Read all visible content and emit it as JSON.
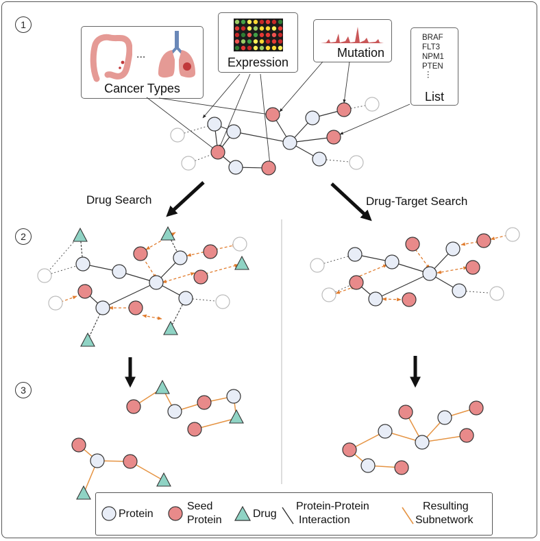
{
  "steps": [
    "1",
    "2",
    "3"
  ],
  "inputs": {
    "cancer_types": {
      "label": "Cancer Types",
      "ellipsis": "..."
    },
    "expression": {
      "label": "Expression"
    },
    "mutation": {
      "label": "Mutation"
    },
    "list": {
      "label": "List",
      "genes": [
        "BRAF",
        "FLT3",
        "NPM1",
        "PTEN"
      ],
      "more": "⋮"
    }
  },
  "sections": {
    "drug_search": "Drug Search",
    "drug_target_search": "Drug-Target Search"
  },
  "legend": {
    "protein": "Protein",
    "seed_protein_1": "Seed",
    "seed_protein_2": "Protein",
    "drug": "Drug",
    "ppi_1": "Protein-Protein",
    "ppi_2": "Interaction",
    "subnet_1": "Resulting",
    "subnet_2": "Subnetwork"
  },
  "colors": {
    "protein_fill": "#e8edf7",
    "seed_fill": "#e88a8a",
    "drug_fill": "#8fd3c4",
    "ghost_fill": "#ffffff",
    "edge": "#333333",
    "dashed_seed": "#e07b2c",
    "result_edge": "#e59342",
    "organ": "#e59a95",
    "mutation_peaks": "#c0393b"
  },
  "icons": [
    "colon-icon",
    "lung-icon",
    "microarray-icon",
    "mutation-peaks-icon",
    "down-arrow-icon"
  ]
}
